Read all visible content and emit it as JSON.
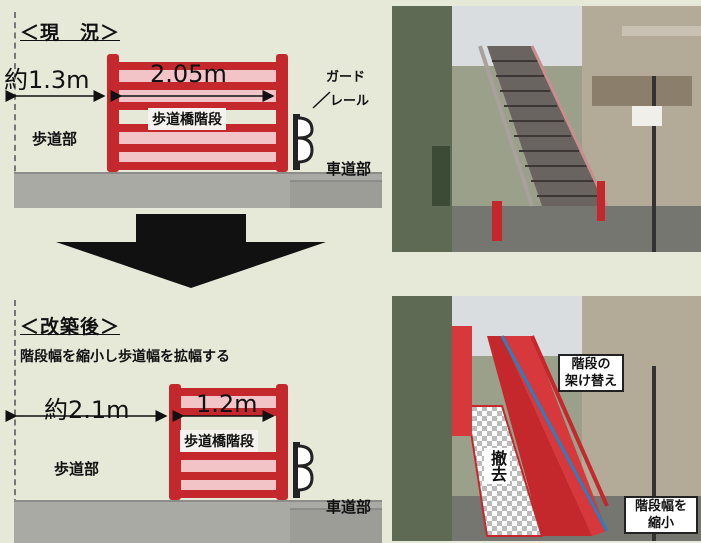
{
  "before": {
    "title": "＜現　況＞",
    "width_side": "約1.3m",
    "width_stair": "2.05m",
    "stair_label": "歩道橋階段",
    "guard_rail_line1": "ガード",
    "guard_rail_line2": "レール",
    "sidewalk": "歩道部",
    "roadway": "車道部"
  },
  "after": {
    "title": "＜改築後＞",
    "description": "階段幅を縮小し歩道幅を拡幅する",
    "width_side": "約2.1m",
    "width_stair": "1.2m",
    "stair_label": "歩道橋階段",
    "sidewalk": "歩道部",
    "roadway": "車道部"
  },
  "photo_labels": {
    "replace_line1": "階段の",
    "replace_line2": "架け替え",
    "removal": "撤去",
    "shrink_line1": "階段幅を",
    "shrink_line2": "縮小"
  },
  "colors": {
    "stair_red": "#c4282d",
    "stair_pink": "#f3c4c7",
    "ground_gray": "#a9aaa4",
    "background": "#e6e8d8"
  }
}
